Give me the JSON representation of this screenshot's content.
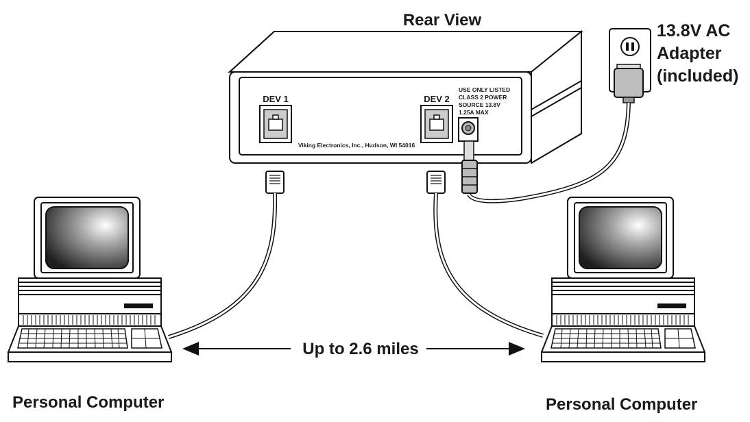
{
  "title": "Rear View",
  "device": {
    "port1_label": "DEV 1",
    "port2_label": "DEV 2",
    "warning_lines": [
      "USE ONLY LISTED",
      "CLASS 2 POWER",
      "SOURCE 13.8V",
      "1.25A MAX"
    ],
    "manufacturer": "Viking Electronics, Inc., Hudson, WI 54016"
  },
  "adapter": {
    "lines": [
      "13.8V AC",
      "Adapter",
      "(included)"
    ]
  },
  "distance_label": "Up to 2.6 miles",
  "left_computer_label": "Personal Computer",
  "right_computer_label": "Personal Computer"
}
